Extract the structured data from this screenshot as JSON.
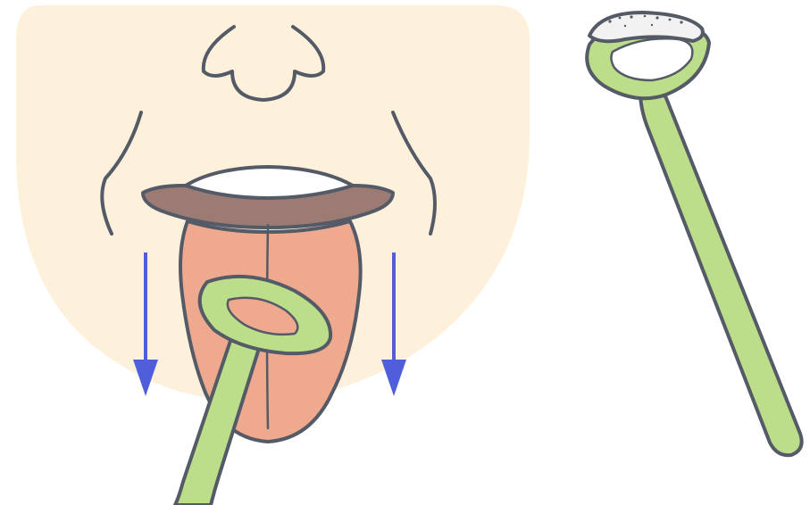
{
  "scene": {
    "subject": "tongue-cleaning-illustration",
    "panels": [
      {
        "id": "face-panel",
        "contents": [
          "face",
          "tongue",
          "tongue-scraper-in-use",
          "downward-arrows"
        ]
      },
      {
        "id": "tool-panel",
        "contents": [
          "tongue-scraper-with-residue"
        ]
      }
    ],
    "arrow_direction": "down",
    "arrow_count": 2
  },
  "colors": {
    "skin": "#fdf1dc",
    "outline": "#545b66",
    "lip": "#9b7b74",
    "teeth": "#ffffff",
    "tongue": "#efa98f",
    "scraper": "#bcdd8a",
    "arrow": "#4f5fdc",
    "residue": "#f2f2f2"
  }
}
